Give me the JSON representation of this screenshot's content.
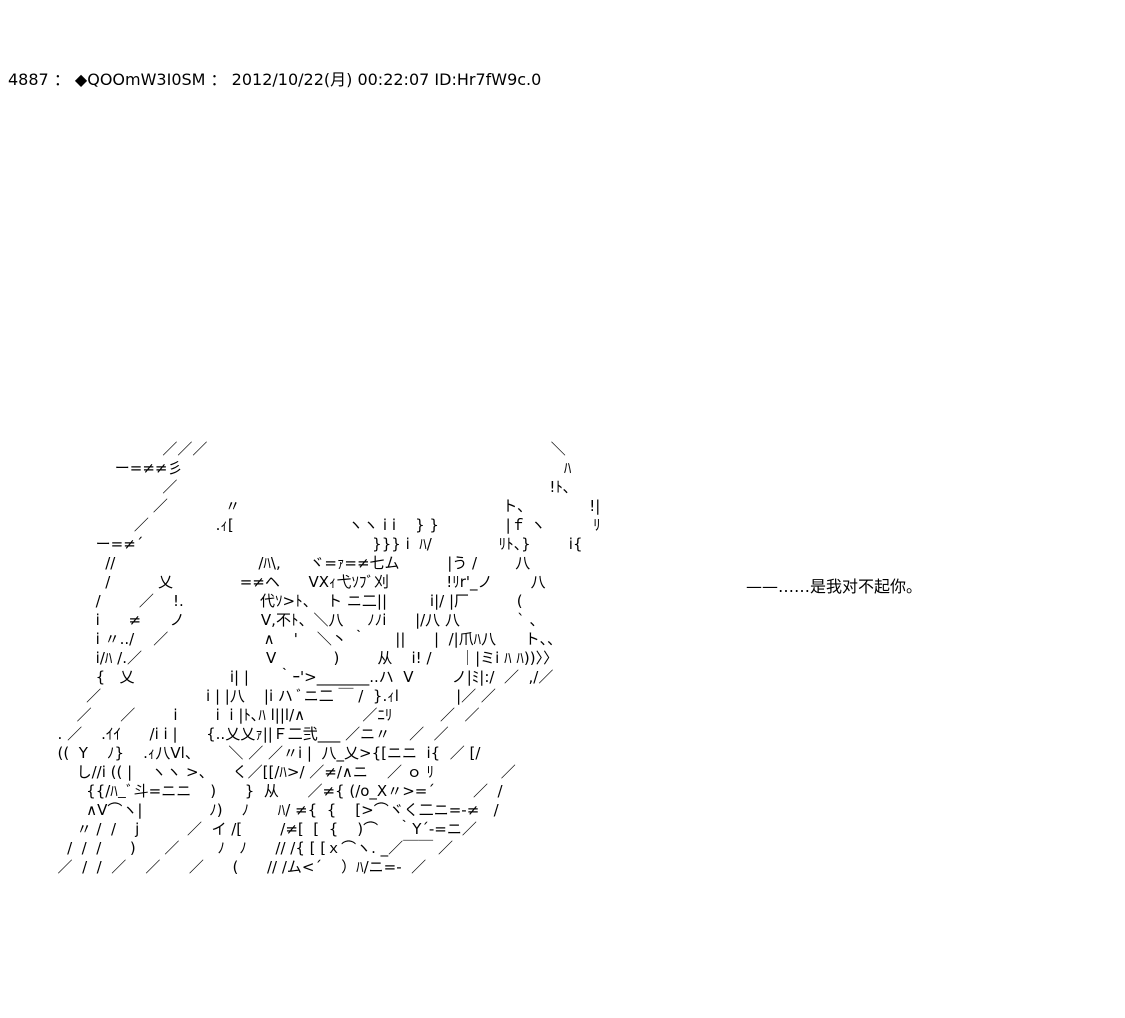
{
  "post": {
    "number": "4887",
    "separator": "：",
    "name": "◆QOOmW3I0SM",
    "date": "2012/10/22(月) 00:22:07",
    "id": "ID:Hr7fW9c.0"
  },
  "ascii_art": "                        ／／／                                                                        ＼\n              ー=≠≠彡                                                                                ﾊ\n                        ／                                                                              !ﾄ､\n                      ／            〃                                                       ト、            !|\n                  ／              .ｨ[                        ヽヽ i i    } }              |ｆ ヽ          ﾘ\n          ー=≠´                                                }}} i  ﾊ/              ﾘﾄ、}        i{\n            //                              /ﾊ\\,      ヾ=ｧ=≠七ム          |う /        八\n            /          乂              =≠ヘ      VXｨ弋ｿﾌﾞ刈            !ﾘr'_ノ        八\n          /        ／    !.                代ｿ>ﾄ、  ト ニ二||         i|/ |厂          (\n          i      ≠      ノ                V,不ﾄ、＼八     ﾉﾉi      |/八 八            ` 、\n          i 〃../    ／                    ∧    '    ＼丶 ｀      ||      |  /|爪ﾊ八      ト、、\n          i/ﾊ /.／                          V            )        从    i! /      ｜|ミi ﾊ ﾊ))〉〉\n          {   乂                    i| |      ｀ｰ'>_______..ハ  V        ノ|ﾐ|:/  ／  ,/／\n        ／                      i | |八    |i ハ ﾞニ二 ￣ /  }.ｨl            |／ ／\n      ／      ／        i        i  i |ﾄ､ﾊ l||l/∧            ／ﾆﾘ          ／  ／\n  . ／    .ｲｲ      /i i |      {..乂乂ｧ||Ｆ二弐___ ／ニ〃    ／  ／\n  ((  Y    ﾉ}    .ｨ八Vl、      ＼ ／ ／〃i |  八_乂>{[ニニ  i{  ／ [/\n      し//i (( |    ヽヽ >、    く／[[/ﾊ>/ ／≠/∧ニ    ／ ｏ ﾘ              ／\n        {{/ﾊ_ﾞ斗=ニニ    )      }  从      ／≠{ (/o_X〃>=´        ／  /\n        ∧V⌒ヽ|              ﾉ)    ﾉ      ﾊ/ ≠{  {    [>⌒ヾく二ニ=-≠   /\n      〃 /  /    j          ／  イ /[        /≠[  [  {    )⌒    ｀Y´-=ニ／\n    /  /  /      )      ／        ﾉ   ﾉ      // /{ [ [ｘ⌒ヽ. _／￣￣ ／\n  ／  /  /  ／    ／      ／      (      // /ム<´    ）ﾊ/ニ=-  ／",
  "dialogue": "——……是我对不起你。"
}
